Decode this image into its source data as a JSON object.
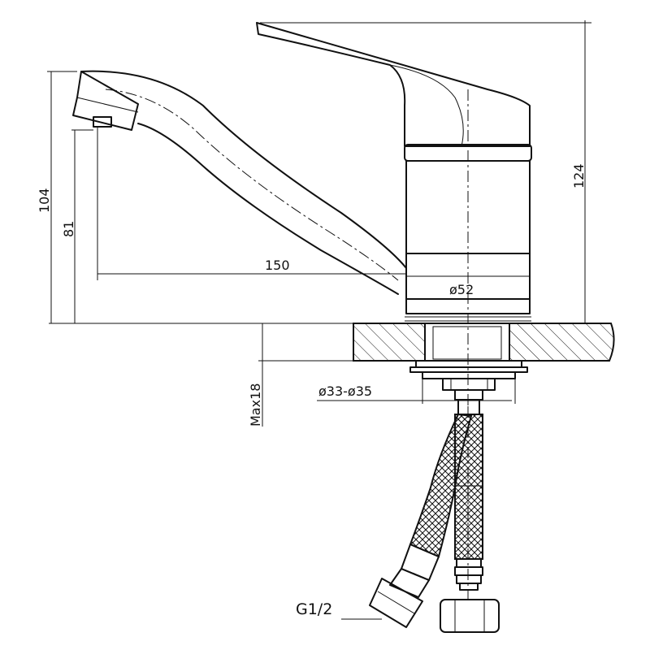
{
  "dimensions": {
    "spout_height_total": "104",
    "spout_height_outlet": "81",
    "spout_reach": "150",
    "body_diameter": "ø52",
    "tap_height": "124",
    "max_counter_thickness": "Max18",
    "mount_hole_diameter": "ø33-ø35",
    "hose_thread": "G1/2"
  }
}
